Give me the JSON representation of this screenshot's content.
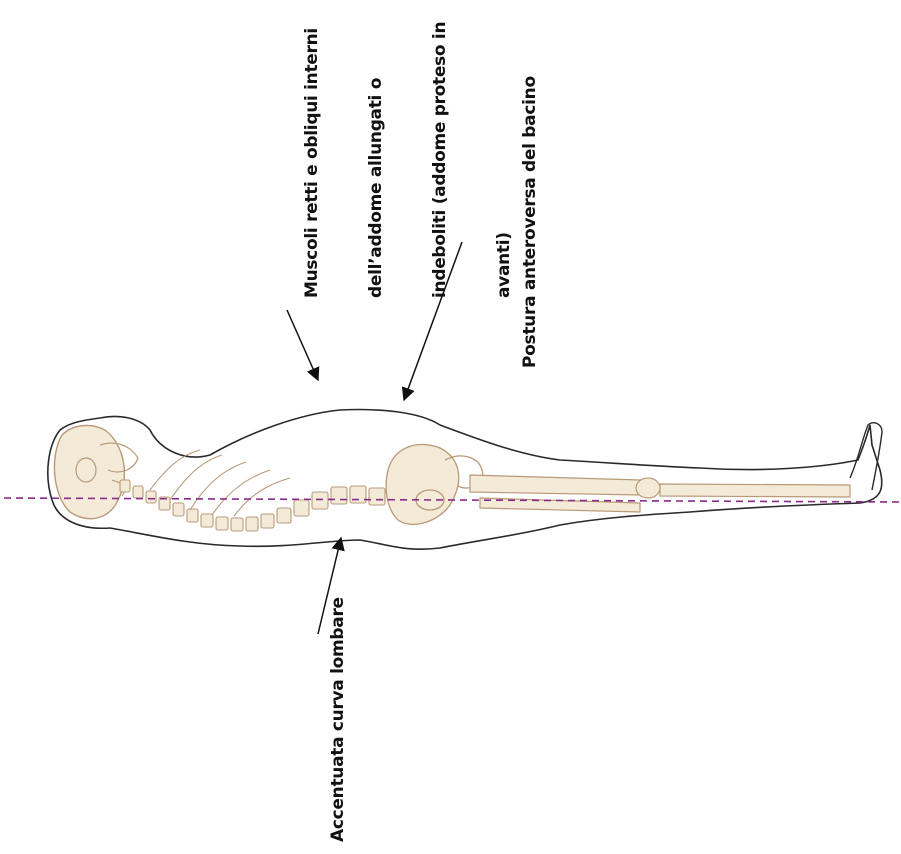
{
  "labels": {
    "muscoli": [
      "Muscoli retti e obliqui interni",
      "dell’addome allungati o",
      "indeboliti (addome proteso in",
      "avanti)"
    ],
    "postura": "Postura anteroversa del bacino",
    "lombare": "Accentuata curva lombare"
  },
  "colors": {
    "midline": "#8a2a8a",
    "outline": "#2a2a2a",
    "bone": "#b89a78",
    "bone_fill": "#f4ead8",
    "arrow": "#111111"
  }
}
